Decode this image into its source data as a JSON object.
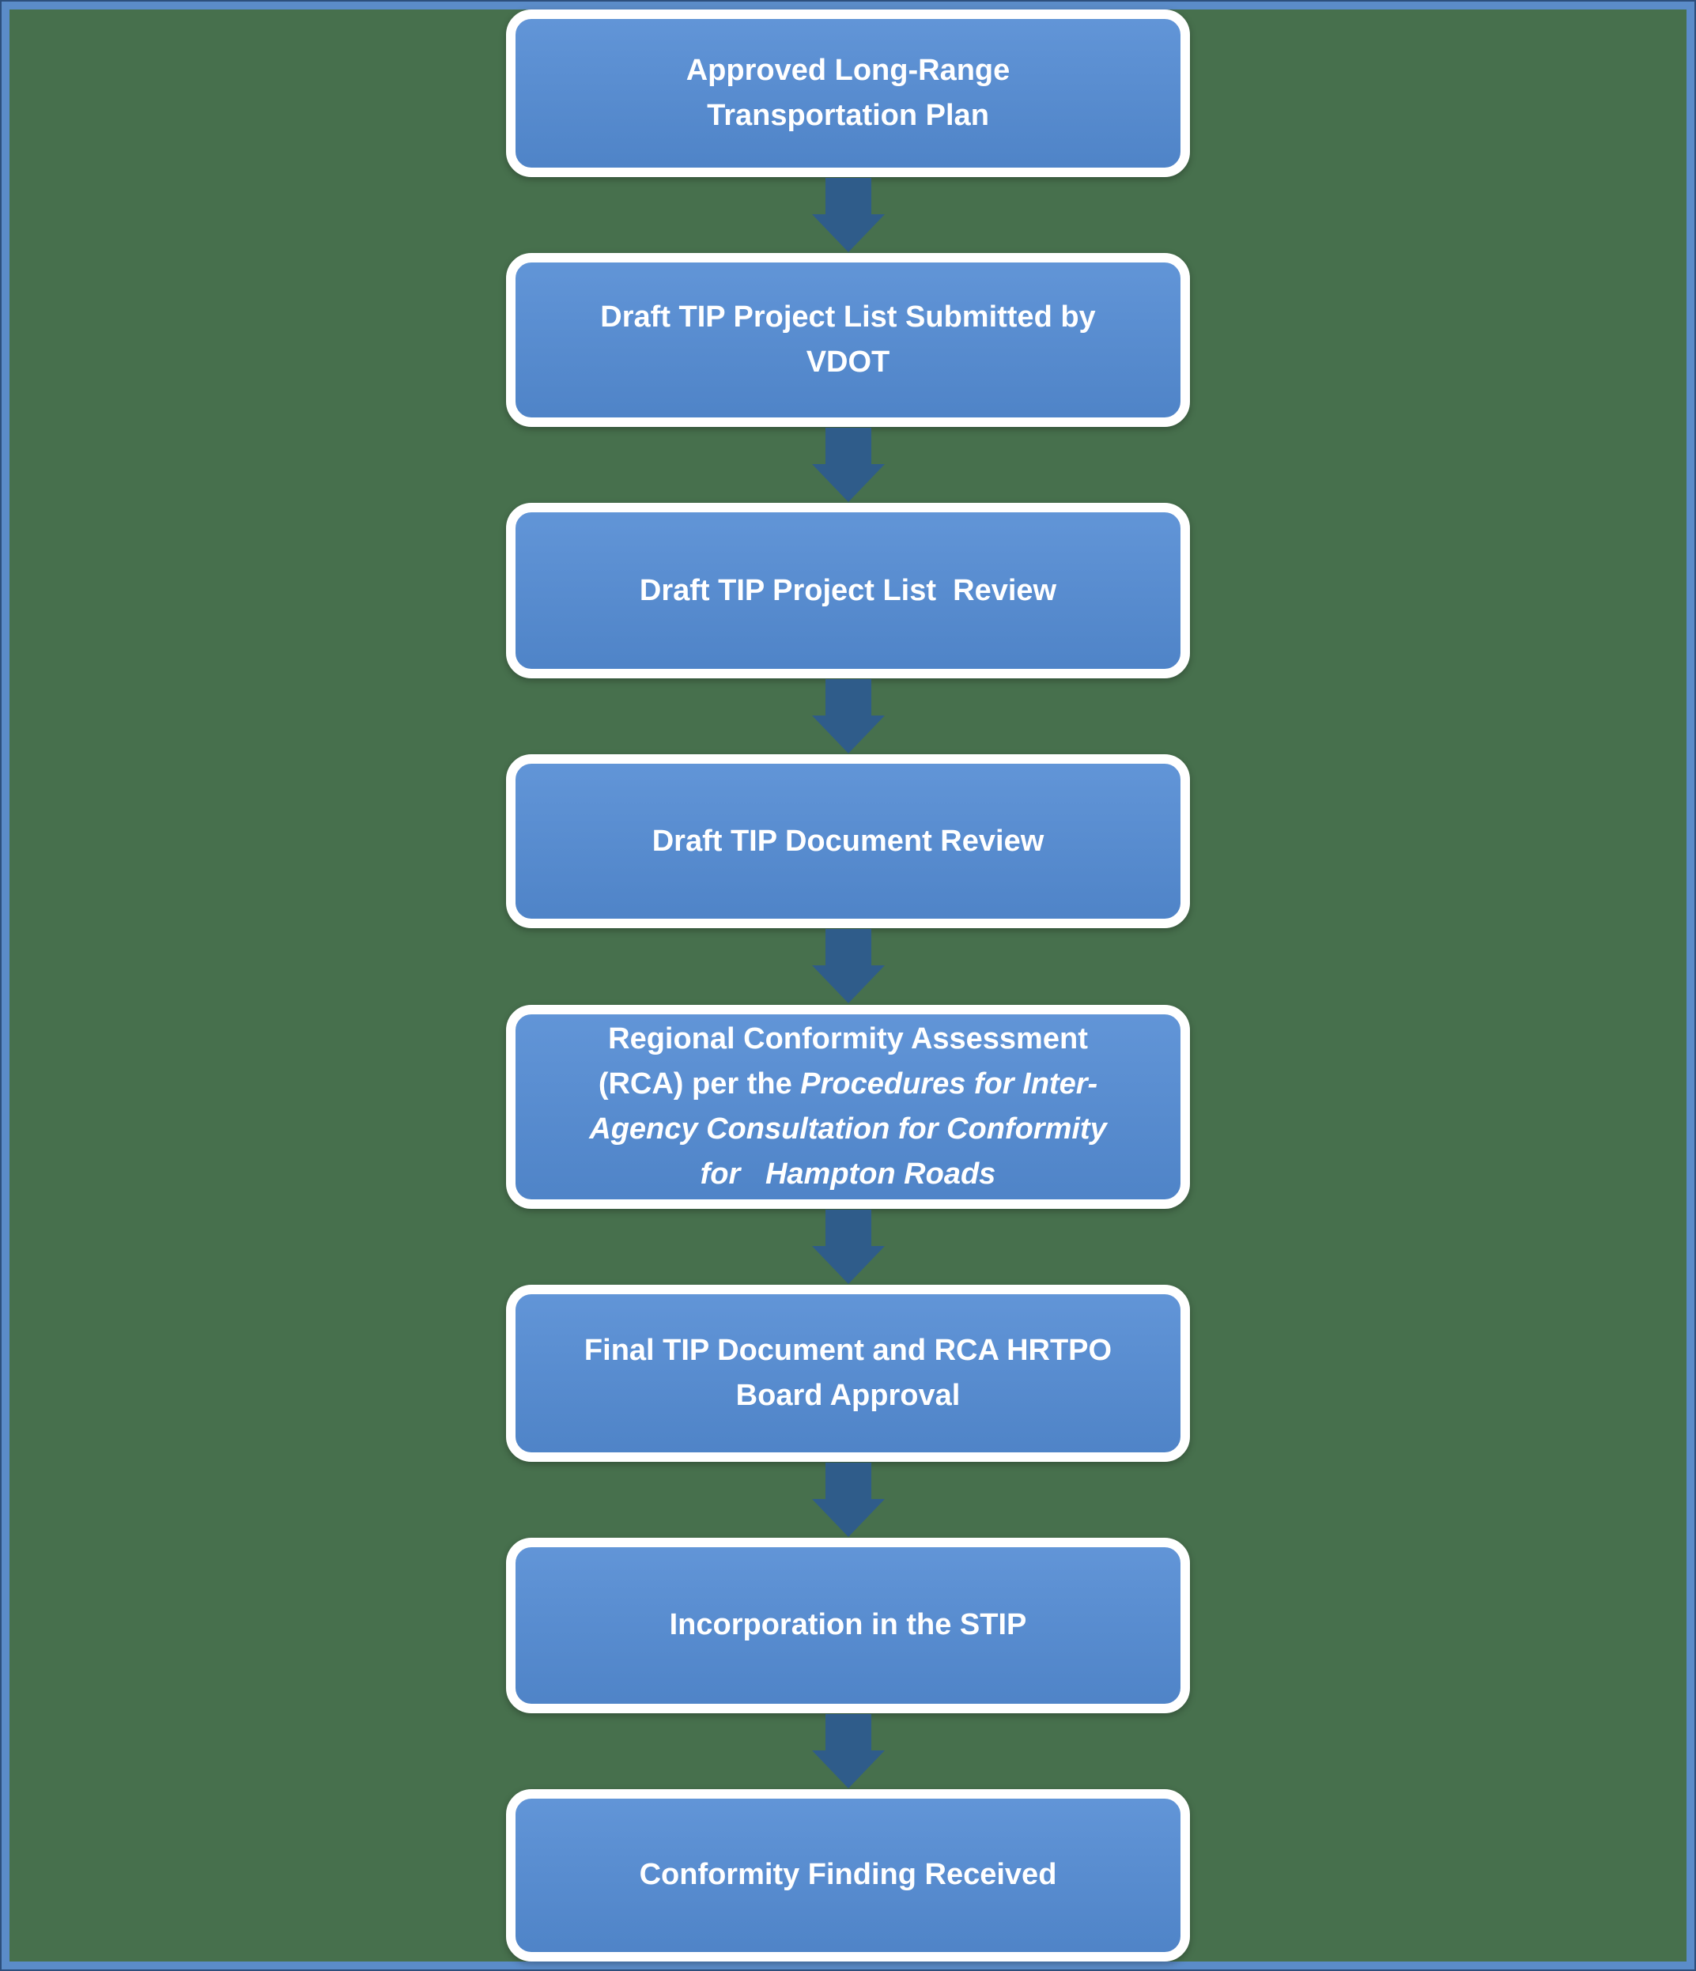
{
  "diagram": {
    "type": "vertical-flowchart",
    "steps": [
      {
        "label": "Approved Long-Range\nTransportation Plan"
      },
      {
        "label": "Draft TIP Project List Submitted by\nVDOT"
      },
      {
        "label": "Draft TIP Project List  Review"
      },
      {
        "label": "Draft TIP Document Review"
      },
      {
        "label_regular": "Regional Conformity Assessment\n(RCA) per the ",
        "label_italic": "Procedures for Inter-\nAgency Consultation for Conformity\nfor   Hampton Roads"
      },
      {
        "label": "Final TIP Document and RCA HRTPO\nBoard Approval"
      },
      {
        "label": "Incorporation in the STIP"
      },
      {
        "label": "Conformity Finding Received"
      }
    ],
    "connector_icon": "down-arrow-icon"
  },
  "colors": {
    "background": "#47704D",
    "frame_outer": "#2D4F7C",
    "frame_inner": "#5B8CC9",
    "box_fill": "#548CD4",
    "box_border": "#FFFFFF",
    "arrow": "#2F5C8A",
    "text": "#FFFFFF"
  }
}
